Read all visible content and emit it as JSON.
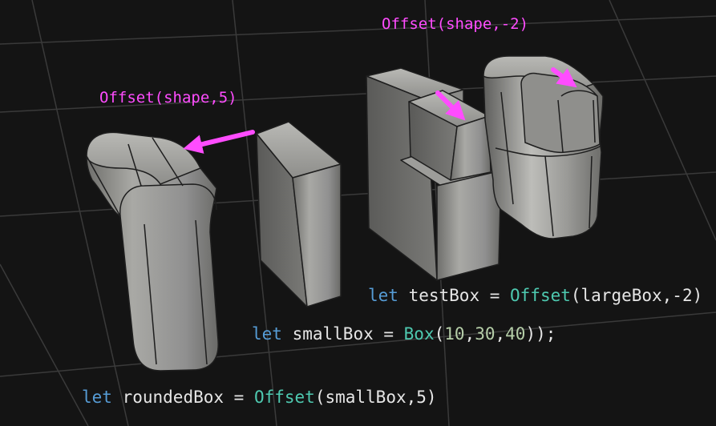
{
  "annotations": {
    "offset_neg": "Offset(shape,-2)",
    "offset_pos": "Offset(shape,5)"
  },
  "code": {
    "line1": {
      "kw": "let",
      "var": " testBox = ",
      "fn": "Offset",
      "rest": "(largeBox,-2)"
    },
    "line2": {
      "kw": "let",
      "var": " smallBox = ",
      "fn": "Box",
      "p1": "(",
      "n1": "10",
      "c1": ",",
      "n2": "30",
      "c2": ",",
      "n3": "40",
      "p2": "));"
    },
    "line3": {
      "kw": "let",
      "var": " roundedBox = ",
      "fn": "Offset",
      "rest": "(smallBox,5)"
    }
  },
  "colors": {
    "background": "#141414",
    "grid": "#3a3a3a",
    "annotation": "#ff4cff",
    "keyword": "#569cd6",
    "function": "#4ec9b0",
    "number": "#b5cea8",
    "text": "#e6e6e6",
    "shape_face": "#8f8f8c",
    "shape_edge": "#1e1e1e"
  }
}
